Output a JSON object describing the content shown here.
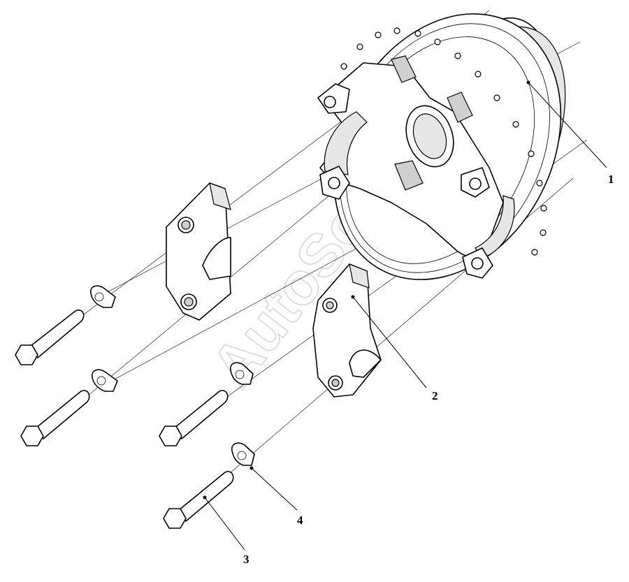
{
  "watermark": "AutoSoft",
  "callouts": [
    {
      "id": "1",
      "label": "1"
    },
    {
      "id": "2",
      "label": "2"
    },
    {
      "id": "3",
      "label": "3"
    },
    {
      "id": "4",
      "label": "4"
    }
  ],
  "colors": {
    "line": "#000000",
    "background": "#ffffff",
    "watermark": "#cfcfcf"
  }
}
